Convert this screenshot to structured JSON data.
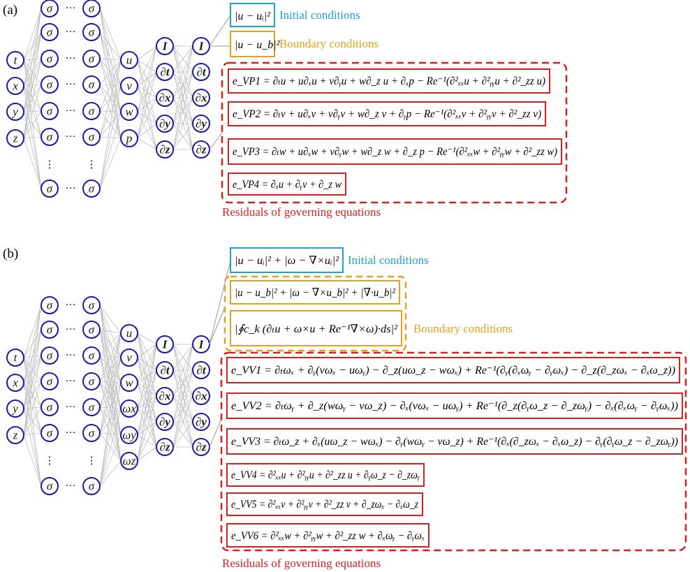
{
  "panels": [
    {
      "label": "(a)",
      "inputs": [
        "t",
        "x",
        "y",
        "z"
      ],
      "hidden_symbol": "σ",
      "ellipsis_h": "···",
      "ellipsis_v": "⋮",
      "outputs": [
        "u",
        "v",
        "w",
        "p"
      ],
      "operators_1": [
        "I",
        "∂t",
        "∂x",
        "∂y",
        "∂z"
      ],
      "operators_2": [
        "I",
        "∂t",
        "∂x",
        "∂y",
        "∂z"
      ],
      "loss_terms": {
        "initial": "|u − uᵢ|²",
        "boundary": "|u − u_b|²",
        "initial_label": "Initial conditions",
        "boundary_label": "Boundary conditions",
        "residuals_label": "Residuals of governing equations",
        "equations": [
          "e_VP1 = ∂ₜu + u∂ₓu + v∂ᵧu + w∂_z u + ∂ₓp − Re⁻¹(∂²ₓₓu + ∂²ᵧᵧu + ∂²_zz u)",
          "e_VP2 = ∂ₜv + u∂ₓv + v∂ᵧv + w∂_z v + ∂ᵧp − Re⁻¹(∂²ₓₓv + ∂²ᵧᵧv + ∂²_zz v)",
          "e_VP3 = ∂ₜw + u∂ₓw + v∂ᵧw + w∂_z w + ∂_z p − Re⁻¹(∂²ₓₓw + ∂²ᵧᵧw + ∂²_zz w)",
          "e_VP4 = ∂ₓu + ∂ᵧv + ∂_z w"
        ]
      }
    },
    {
      "label": "(b)",
      "inputs": [
        "t",
        "x",
        "y",
        "z"
      ],
      "hidden_symbol": "σ",
      "ellipsis_h": "···",
      "ellipsis_v": "⋮",
      "outputs": [
        "u",
        "v",
        "w",
        "ωx",
        "ωy",
        "ωz"
      ],
      "operators_1": [
        "I",
        "∂t",
        "∂x",
        "∂y",
        "∂z"
      ],
      "operators_2": [
        "I",
        "∂t",
        "∂x",
        "∂y",
        "∂z"
      ],
      "loss_terms": {
        "initial": "|u − uᵢ|² + |ω − ∇×uᵢ|²",
        "boundary_1": "|u − u_b|² + |ω − ∇×u_b|² + |∇·u_b|²",
        "boundary_2": "|∮c_k (∂ₜu + ω×u + Re⁻¹∇×ω)·ds|²",
        "initial_label": "Initial conditions",
        "boundary_label": "Boundary conditions",
        "residuals_label": "Residuals of governing equations",
        "equations": [
          "e_VV1 = ∂ₜωₓ + ∂ᵧ(vωₓ − uωᵧ) − ∂_z(uω_z − wωₓ) + Re⁻¹(∂ᵧ(∂ₓωᵧ − ∂ᵧωₓ) − ∂_z(∂_zωₓ − ∂ₓω_z))",
          "e_VV2 = ∂ₜωᵧ + ∂_z(wωᵧ − vω_z) − ∂ₓ(vωₓ − uωᵧ) + Re⁻¹(∂_z(∂ᵧω_z − ∂_zωᵧ) − ∂ₓ(∂ₓωᵧ − ∂ᵧωₓ))",
          "e_VV3 = ∂ₜω_z + ∂ₓ(uω_z − wωₓ) − ∂ᵧ(wωᵧ − vω_z) + Re⁻¹(∂ₓ(∂_zωₓ − ∂ₓω_z) − ∂ᵧ(∂ᵧω_z − ∂_zωᵧ))",
          "e_VV4 = ∂²ₓₓu + ∂²ᵧᵧu + ∂²_zz u + ∂ᵧω_z − ∂_zωᵧ",
          "e_VV5 = ∂²ₓₓv + ∂²ᵧᵧv + ∂²_zz v + ∂_zωₓ − ∂ₓω_z",
          "e_VV6 = ∂²ₓₓw + ∂²ᵧᵧw + ∂²_zz w + ∂ₓωᵧ − ∂ᵧωₓ"
        ]
      }
    }
  ],
  "colors": {
    "node_stroke": "#1a1aa6",
    "initial": "#1fa3c9",
    "boundary": "#e0a21f",
    "residual": "#d42222",
    "edge": "#bdbdbd"
  }
}
